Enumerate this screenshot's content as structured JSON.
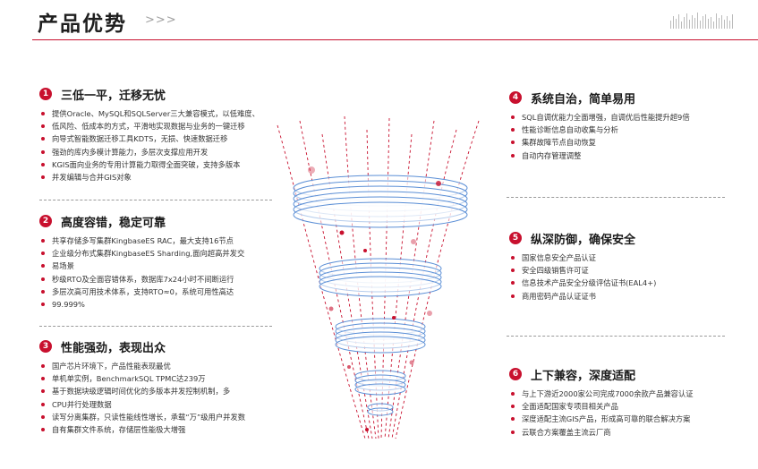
{
  "header": {
    "title": "产品优势",
    "arrows": ">>>"
  },
  "sections": [
    {
      "number": "1",
      "title": "三低一平，迁移无忧",
      "items": [
        "提供Oracle、MySQL和SQLServer三大兼容模式，以低难度、",
        "低风险、低成本的方式，平滑地实现数据与业务的一键迁移",
        "向导式智能数据迁移工具KDTS，无损、快速数据迁移",
        "强劲的库内多模计算能力，多层次支撑应用开发",
        "KGIS面向业务的专用计算能力取得全面突破，支持多版本",
        "并发编辑与合并GIS对象"
      ]
    },
    {
      "number": "2",
      "title": "高度容错，稳定可靠",
      "items": [
        "共享存储多写集群KingbaseES RAC，最大支持16节点",
        "企业级分布式集群KingbaseES  Sharding,面向超高并发交",
        "易场景",
        "秒级RTO及全面容错体系，数据库7x24小时不间断运行",
        "多层次高可用技术体系，支持RTO≈0，系统可用性高达",
        "99.999%"
      ]
    },
    {
      "number": "3",
      "title": "性能强劲，表现出众",
      "items": [
        "国产芯片环境下，产品性能表现最优",
        "单机单实例，BenchmarkSQL TPMC达239万",
        "基于数据块级逻辑时间优化的多版本并发控制机制，多",
        "CPU并行处理数据",
        "读写分离集群，只读性能线性增长，承载“万”级用户并发数",
        "自有集群文件系统，存储层性能极大增强"
      ]
    },
    {
      "number": "4",
      "title": "系统自治，简单易用",
      "items": [
        "SQL自调优能力全面增强，自调优后性能提升超9倍",
        "性能诊断信息自动收集与分析",
        "集群故障节点自动恢复",
        "自动内存管理调整"
      ]
    },
    {
      "number": "5",
      "title": "纵深防御，确保安全",
      "items": [
        "国家信息安全产品认证",
        "安全四级销售许可证",
        "信息技术产品安全分级评估证书(EAL4+)",
        "商用密码产品认证证书"
      ]
    },
    {
      "number": "6",
      "title": "上下兼容，深度适配",
      "items": [
        "与上下游近2000家公司完成7000余款产品兼容认证",
        "全面适配国家专项目相关产品",
        "深度适配主流GIS产品，形成高可靠的联合解决方案",
        "云联合方案覆盖主流云厂商"
      ]
    }
  ],
  "colors": {
    "accent": "#c8102e",
    "funnel_ring": "#5b8fd6",
    "text": "#333333"
  }
}
